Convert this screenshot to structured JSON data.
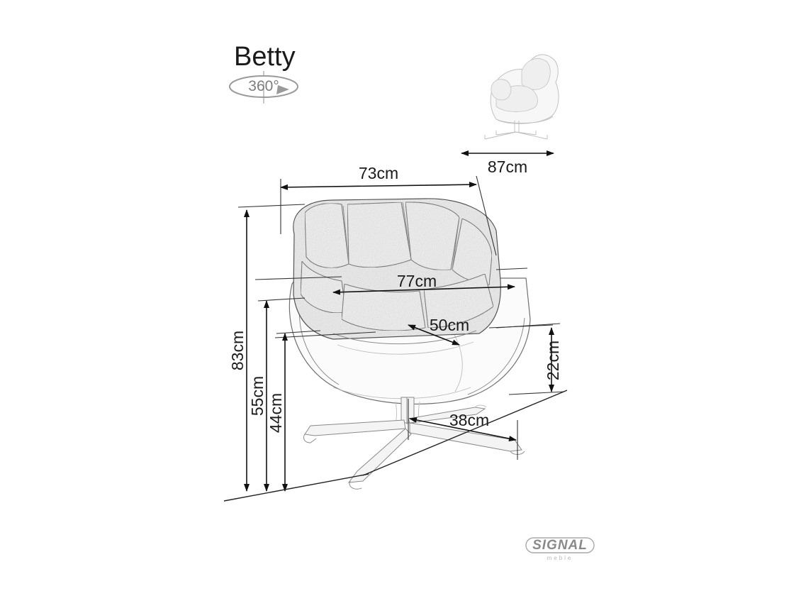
{
  "product": {
    "title": "Betty",
    "rotation_label": "360°"
  },
  "dimensions": {
    "width_top": "73cm",
    "depth_side": "87cm",
    "width_seat": "77cm",
    "depth_seat": "50cm",
    "height_total": "83cm",
    "height_arm": "55cm",
    "height_seat": "44cm",
    "seat_thickness": "22cm",
    "base_span": "38cm"
  },
  "brand": {
    "name": "SIGNAL",
    "subtitle": "meble"
  },
  "icons": {
    "rotation": "rotation-360-icon",
    "front_view": "armchair-front-view-icon",
    "side_view": "armchair-side-view-icon"
  },
  "colors": {
    "background": "#ffffff",
    "text": "#1a1a1a",
    "dimension_line": "#111111",
    "outline": "#555555",
    "upholstery": "#ededed",
    "logo": "#8a8a8a"
  }
}
